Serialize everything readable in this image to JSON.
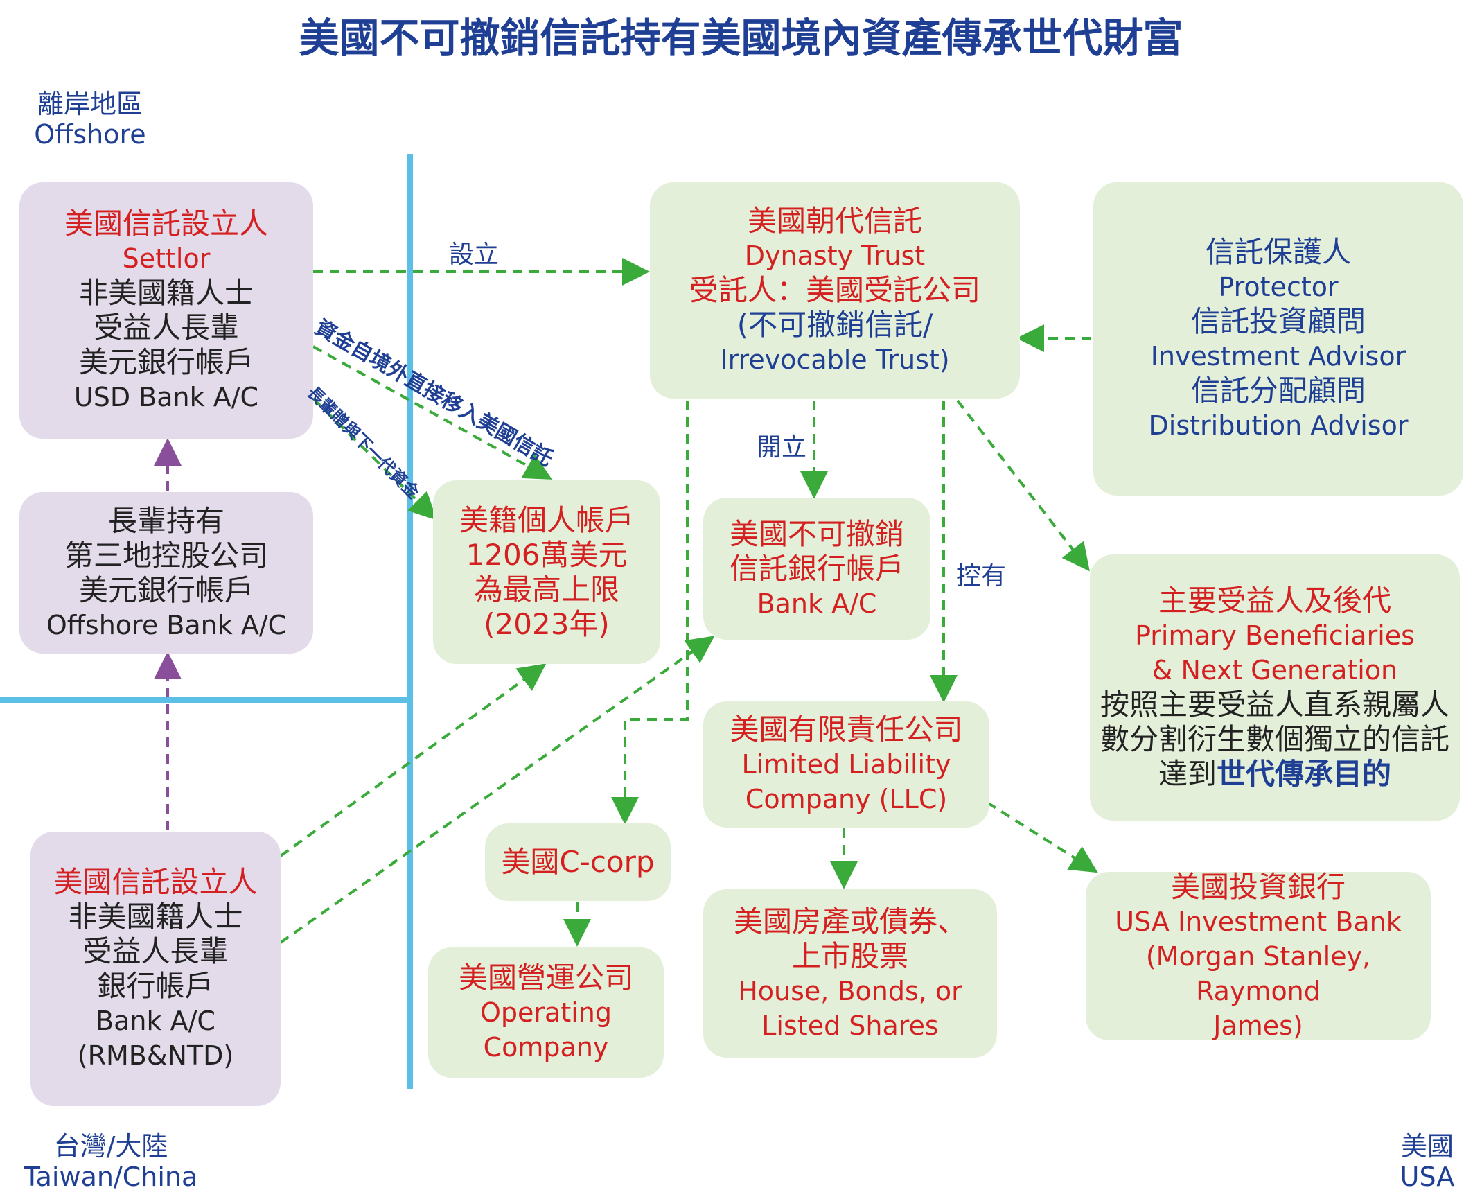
{
  "title": "美國不可撤銷信託持有美國境內資產傳承世代財富",
  "regions": {
    "offshore": {
      "zh": "離岸地區",
      "en": "Offshore"
    },
    "taiwan": {
      "zh": "台灣/大陸",
      "en": "Taiwan/China"
    },
    "usa": {
      "zh": "美國",
      "en": "USA"
    }
  },
  "boxes": {
    "settlor": {
      "title": "美國信託設立人",
      "en": "Settlor",
      "l1": "非美國籍人士",
      "l2": "受益人長輩",
      "l3": "美元銀行帳戶",
      "l4": "USD Bank A/C"
    },
    "holding": {
      "l1": "長輩持有",
      "l2": "第三地控股公司",
      "l3": "美元銀行帳戶",
      "l4": "Offshore Bank A/C"
    },
    "settlor_local": {
      "title": "美國信託設立人",
      "l1": "非美國籍人士",
      "l2": "受益人長輩",
      "l3": "銀行帳戶",
      "l4": "Bank A/C",
      "l5": "(RMB&NTD)"
    },
    "dynasty": {
      "title": "美國朝代信託",
      "en": "Dynasty Trust",
      "l1": "受託人：美國受託公司",
      "l2": "(不可撤銷信託/",
      "l3": "Irrevocable Trust)"
    },
    "protector": {
      "t1": "信託保護人",
      "e1": "Protector",
      "t2": "信託投資顧問",
      "e2": "Investment Advisor",
      "t3": "信託分配顧問",
      "e3": "Distribution Advisor"
    },
    "personal": {
      "l1": "美籍個人帳戶",
      "l2": "1206萬美元",
      "l3": "為最高上限",
      "l4": "(2023年)"
    },
    "trust_bank": {
      "l1": "美國不可撤銷",
      "l2": "信託銀行帳戶",
      "l3": "Bank A/C"
    },
    "beneficiaries": {
      "title": "主要受益人及後代",
      "e1": "Primary Beneficiaries",
      "e2": "& Next Generation",
      "l1": "按照主要受益人直系親屬人",
      "l2": "數分割衍生數個獨立的信託",
      "l3a": "達到",
      "l3b": "世代傳承目的"
    },
    "llc": {
      "title": "美國有限責任公司",
      "e1": "Limited Liability",
      "e2": "Company (LLC)"
    },
    "ccorp": {
      "title": "美國C-corp"
    },
    "operating": {
      "title": "美國營運公司",
      "e1": "Operating",
      "e2": "Company"
    },
    "house": {
      "t1": "美國房產或債券、",
      "t2": "上市股票",
      "e1": "House, Bonds, or",
      "e2": "Listed Shares"
    },
    "invbank": {
      "title": "美國投資銀行",
      "e1": "USA Investment Bank",
      "e2": "(Morgan  Stanley,  Raymond",
      "e3": "James)"
    }
  },
  "labels": {
    "establish": "設立",
    "open": "開立",
    "control": "控有",
    "direct_funds": "資金自境外直接移入美國信託",
    "gift_funds": "長輩贈與下一代資金"
  },
  "colors": {
    "title": "#1f3f95",
    "red": "#d42020",
    "green_arrow": "#3aab3a",
    "purple_arrow": "#8a4f9a",
    "divider": "#5bbfe6"
  }
}
